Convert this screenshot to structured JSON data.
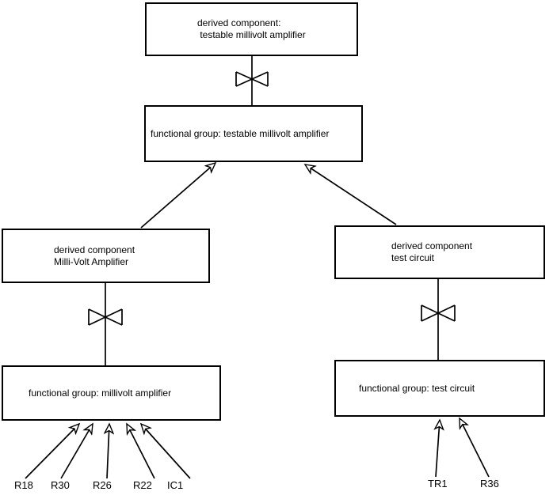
{
  "diagram": {
    "background_color": "#ffffff",
    "line_color": "#000000",
    "nodes": [
      {
        "id": "derived-testable",
        "line1": "derived component:",
        "line2": " testable millivolt amplifier"
      },
      {
        "id": "fg-testable",
        "line1": "functional group: testable millivolt amplifier"
      },
      {
        "id": "derived-mv",
        "line1": "derived component",
        "line2": "Milli-Volt Amplifier"
      },
      {
        "id": "derived-test",
        "line1": "derived component",
        "line2": "test circuit"
      },
      {
        "id": "fg-mv",
        "line1": "functional group: millivolt amplifier"
      },
      {
        "id": "fg-test",
        "line1": "functional group: test circuit"
      }
    ],
    "components": [
      "R18",
      "R30",
      "R26",
      "R22",
      "IC1",
      "TR1",
      "R36"
    ]
  }
}
